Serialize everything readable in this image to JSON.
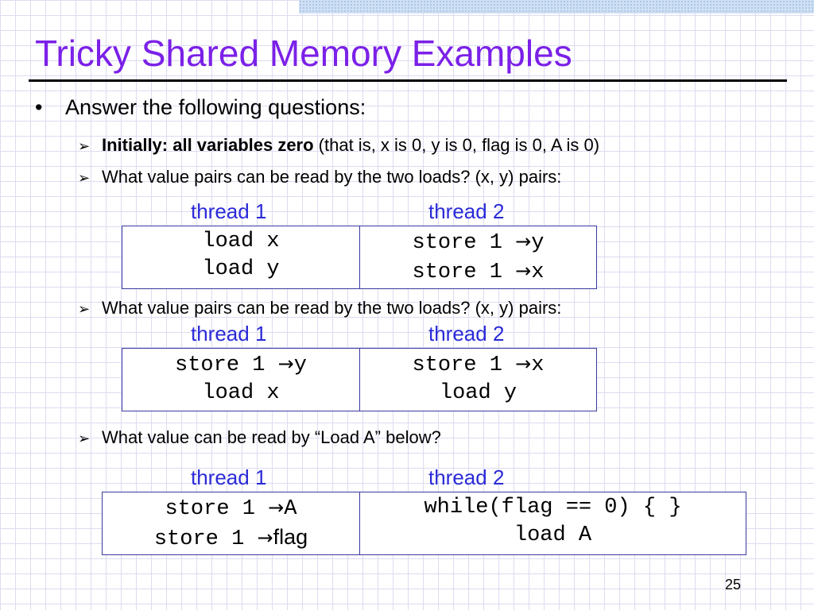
{
  "slide": {
    "title": "Tricky Shared Memory Examples",
    "bullet": "Answer the following questions:",
    "bullet_marker": "•",
    "sub_marker": "➢",
    "initially_bold": "Initially: all variables zero",
    "initially_rest": " (that is, x is 0, y is 0, flag is 0, A is 0)",
    "q1": "What value pairs can be read by the two loads? (x, y) pairs:",
    "q2": "What value pairs can be read by the two loads? (x, y) pairs:",
    "q3": "What value can be read by “Load A” below?",
    "page_number": "25"
  },
  "example1": {
    "thread1_label": "thread 1",
    "thread2_label": "thread 2",
    "thread1_lines": [
      "load x",
      "load y"
    ],
    "thread2_line1_pre": "store 1 ",
    "thread2_line1_post": "y",
    "thread2_line2_pre": "store 1 ",
    "thread2_line2_post": "x"
  },
  "example2": {
    "thread1_label": "thread 1",
    "thread2_label": "thread 2",
    "thread1_line1_pre": "store 1 ",
    "thread1_line1_post": "y",
    "thread1_line2": "load x",
    "thread2_line1_pre": "store 1 ",
    "thread2_line1_post": "x",
    "thread2_line2": "load y"
  },
  "example3": {
    "thread1_label": "thread 1",
    "thread2_label": "thread 2",
    "thread1_line1_pre": "store 1 ",
    "thread1_line1_post": "A",
    "thread1_line2_pre": "store 1 ",
    "thread1_line2_post": "flag",
    "thread2_line1": "while(flag == 0) { }",
    "thread2_line2": "load A"
  },
  "arrow_glyph": "→"
}
